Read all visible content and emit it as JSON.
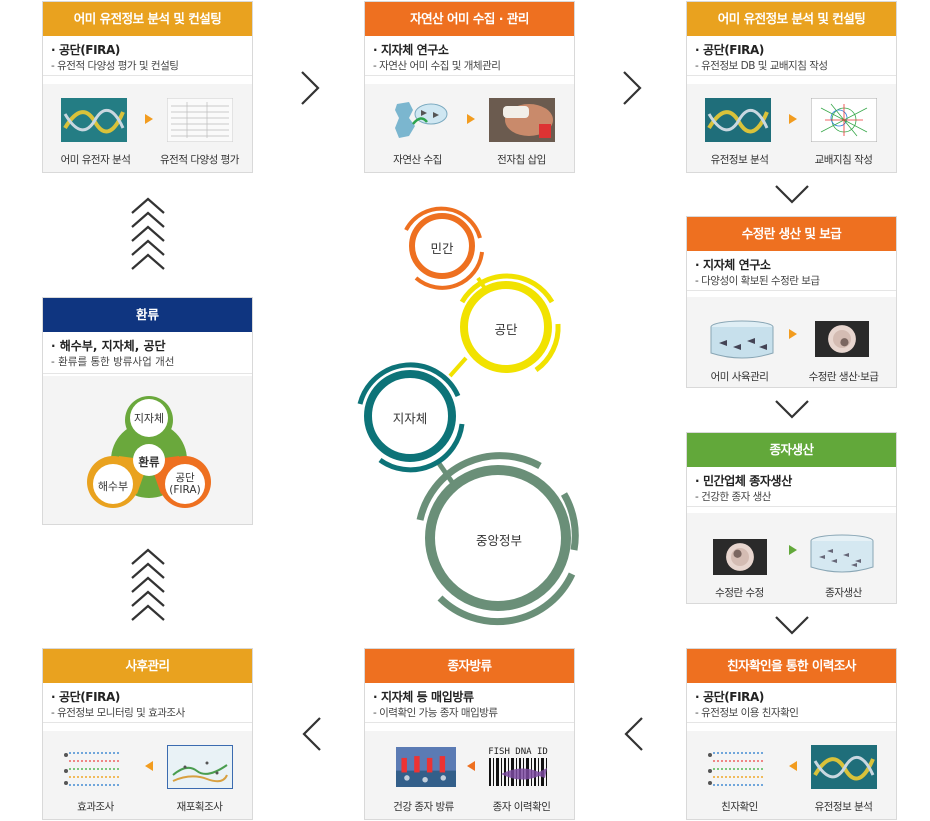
{
  "cards": {
    "c1": {
      "header": "어미 유전정보 분석 및 컨설팅",
      "line1": "공단(FIRA)",
      "line2": "유전적 다양성 평가 및 컨설팅",
      "cap_left": "어미 유전자 분석",
      "cap_right": "유전적 다양성 평가"
    },
    "c2": {
      "header": "자연산 어미 수집 · 관리",
      "line1": "지자체 연구소",
      "line2": "자연산 어미 수집 및 개체관리",
      "cap_left": "자연산 수집",
      "cap_right": "전자칩 삽입"
    },
    "c3": {
      "header": "어미 유전정보 분석 및 컨설팅",
      "line1": "공단(FIRA)",
      "line2": "유전정보 DB 및 교배지침 작성",
      "cap_left": "유전정보 분석",
      "cap_right": "교배지침 작성"
    },
    "c4": {
      "header": "수정란 생산 및 보급",
      "line1": "지자체 연구소",
      "line2": "다양성이 확보된 수정란 보급",
      "cap_left": "어미 사육관리",
      "cap_right": "수정란 생산·보급"
    },
    "c5": {
      "header": "종자생산",
      "line1": "민간업체 종자생산",
      "line2": "건강한 종자 생산",
      "cap_left": "수정란 수정",
      "cap_right": "종자생산"
    },
    "c6": {
      "header": "친자확인을 통한 이력조사",
      "line1": "공단(FIRA)",
      "line2": "유전정보 이용 친자확인",
      "cap_left": "친자확인",
      "cap_right": "유전정보 분석"
    },
    "c7": {
      "header": "종자방류",
      "line1": "지자체 등 매입방류",
      "line2": "이력확인 가능 종자 매입방류",
      "cap_left": "건강 종자 방류",
      "cap_right": "종자 이력확인",
      "img_text": "FISH DNA ID"
    },
    "c8": {
      "header": "사후관리",
      "line1": "공단(FIRA)",
      "line2": "유전정보 모니터링 및 효과조사",
      "cap_left": "효과조사",
      "cap_right": "재포획조사"
    },
    "c9": {
      "header": "환류",
      "line1": "해수부, 지자체, 공단",
      "line2": "환류를 통한 방류사업 개선",
      "petal_top": "지자체",
      "petal_left": "해수부",
      "petal_right": "공단\n(FIRA)",
      "center": "환류"
    }
  },
  "rings": {
    "r1": "민간",
    "r2": "공단",
    "r3": "지자체",
    "r4": "중앙정부"
  },
  "colors": {
    "orange": "#ee7020",
    "amber": "#e9a21f",
    "navy": "#0f3580",
    "green": "#62a83a",
    "yellow": "#f1e200",
    "teal": "#0d7378",
    "sage": "#6a8f78"
  }
}
